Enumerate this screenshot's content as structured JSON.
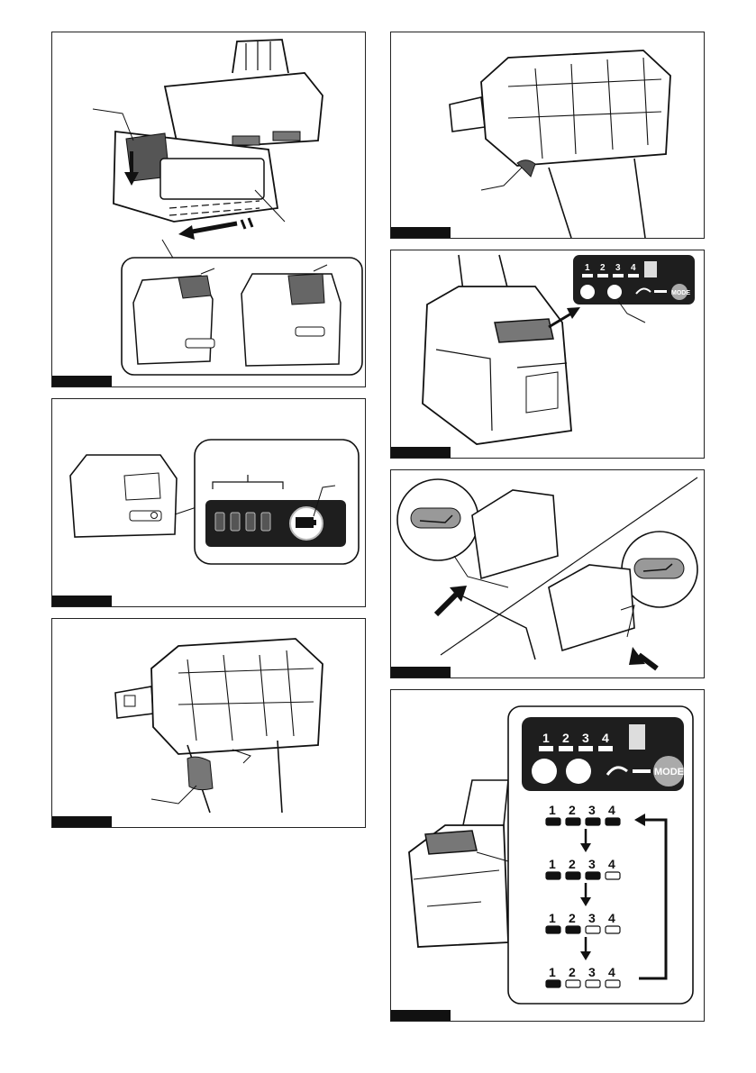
{
  "figures": [
    {
      "id": "fig1",
      "tab_label": ""
    },
    {
      "id": "fig2",
      "tab_label": ""
    },
    {
      "id": "fig3",
      "tab_label": ""
    },
    {
      "id": "fig4",
      "tab_label": ""
    },
    {
      "id": "fig5",
      "tab_label": ""
    },
    {
      "id": "fig6",
      "tab_label": ""
    },
    {
      "id": "fig7",
      "tab_label": ""
    }
  ],
  "panel": {
    "mode_levels": [
      "1",
      "2",
      "3",
      "4"
    ],
    "mode_button": "MODE"
  },
  "sequence": {
    "rows": [
      {
        "digits": [
          "1",
          "2",
          "3",
          "4"
        ],
        "filled": 4
      },
      {
        "digits": [
          "1",
          "2",
          "3",
          "4"
        ],
        "filled": 3
      },
      {
        "digits": [
          "1",
          "2",
          "3",
          "4"
        ],
        "filled": 2
      },
      {
        "digits": [
          "1",
          "2",
          "3",
          "4"
        ],
        "filled": 1
      }
    ]
  },
  "colors": {
    "ink": "#111111",
    "panel_bg": "#1e1e1e",
    "grey": "#9a9a9a",
    "light_grey": "#d8d8d8"
  }
}
